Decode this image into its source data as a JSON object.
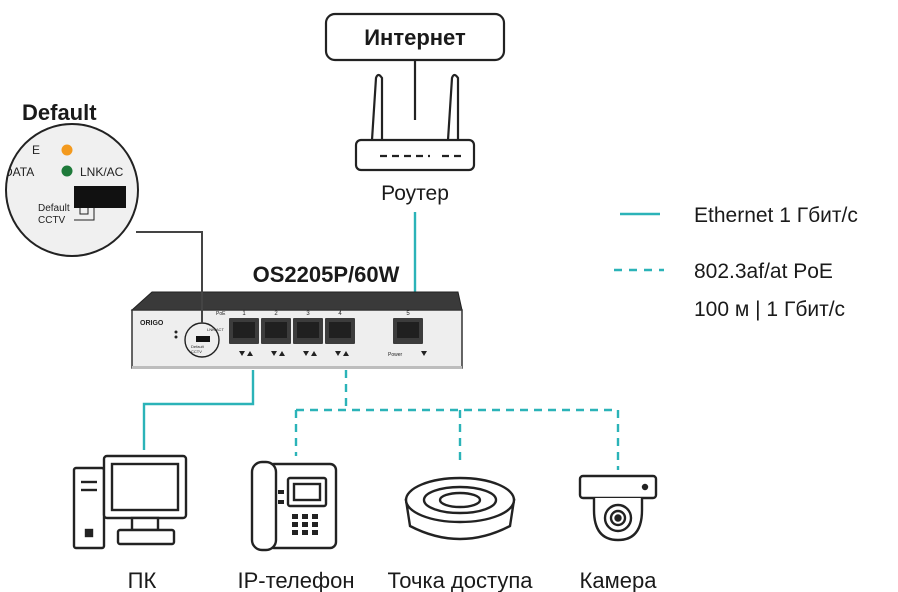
{
  "internet_label": "Интернет",
  "router_label": "Роутер",
  "switch_model": "OS2205P/60W",
  "brand": "ORIGO",
  "default_callout": {
    "title": "Default",
    "poe_label": "E",
    "data_label": "DATA",
    "lnk_label": "LNK/AC",
    "default_label": "Default",
    "cctv_label": "CCTV"
  },
  "switch_panel": {
    "poe_small": "PoE",
    "port_numbers": [
      "1",
      "2",
      "3",
      "4",
      "5"
    ],
    "power_label": "Power",
    "lnk_small": "LNK/ACT",
    "default_small": "Default",
    "cctv_small": "CCTV"
  },
  "legend": {
    "ethernet_label": "Ethernet 1 Гбит/с",
    "poe_label": "802.3af/at PoE",
    "poe_sublabel": "100 м | 1 Гбит/с",
    "solid_color": "#2bb3b8",
    "dashed_color": "#2bb3b8"
  },
  "devices": {
    "pc": "ПК",
    "ip_phone": "IP-телефон",
    "access_point": "Точка доступа",
    "camera": "Камера"
  },
  "colors": {
    "poe_led": "#f39a1e",
    "data_led": "#1e7a3a",
    "line_teal": "#2bb3b8"
  }
}
